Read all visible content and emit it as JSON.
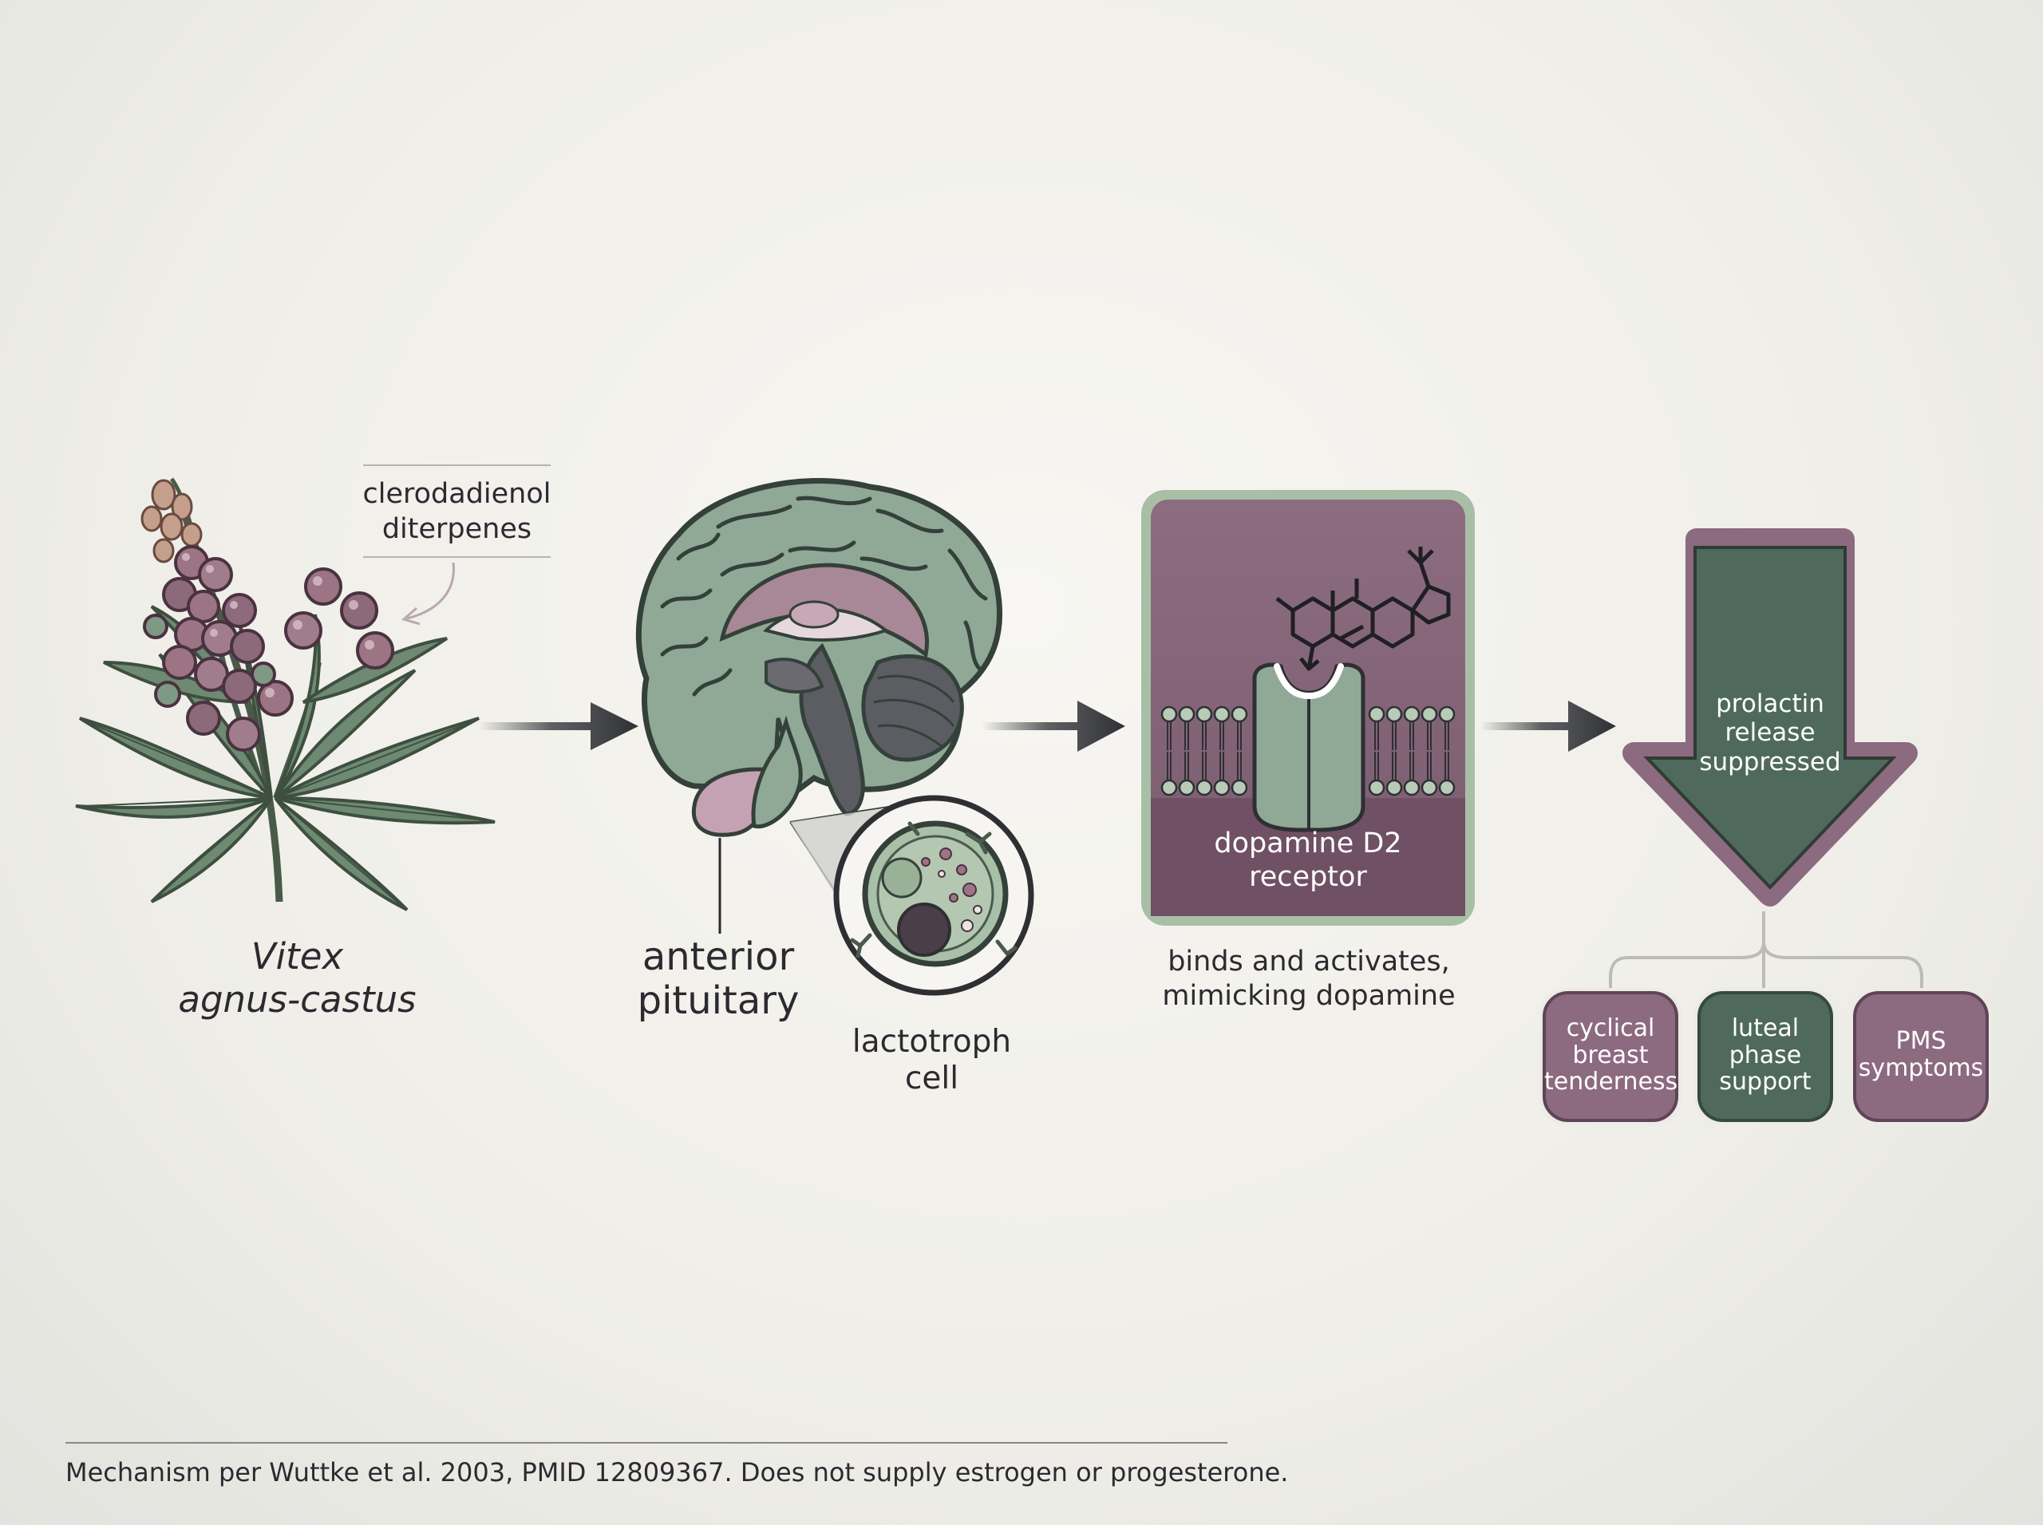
{
  "plant": {
    "name_line1": "Vitex",
    "name_line2": "agnus-castus",
    "compound_line1": "clerodadienol",
    "compound_line2": "diterpenes"
  },
  "pituitary": {
    "label_line1": "anterior",
    "label_line2": "pituitary",
    "cell_line1": "lactotroph",
    "cell_line2": "cell"
  },
  "receptor": {
    "label_line1": "dopamine D2",
    "label_line2": "receptor",
    "caption_line1": "binds and activates,",
    "caption_line2": "mimicking dopamine"
  },
  "outcome": {
    "line1": "prolactin",
    "line2": "release",
    "line3": "suppressed",
    "effects": [
      {
        "line1": "cyclical",
        "line2": "breast",
        "line3": "tenderness",
        "color": "#8c6a80"
      },
      {
        "line1": "luteal",
        "line2": "phase",
        "line3": "support",
        "color": "#4f6a5c"
      },
      {
        "line1": "PMS",
        "line2": "symptoms",
        "line3": "",
        "color": "#8c6a80"
      }
    ]
  },
  "colors": {
    "green": "#8fa996",
    "dark_green": "#4f6a5c",
    "mauve": "#8c6a80",
    "dark": "#2c2a30"
  },
  "footer": "Mechanism per Wuttke et al. 2003, PMID 12809367. Does not supply estrogen or progesterone."
}
